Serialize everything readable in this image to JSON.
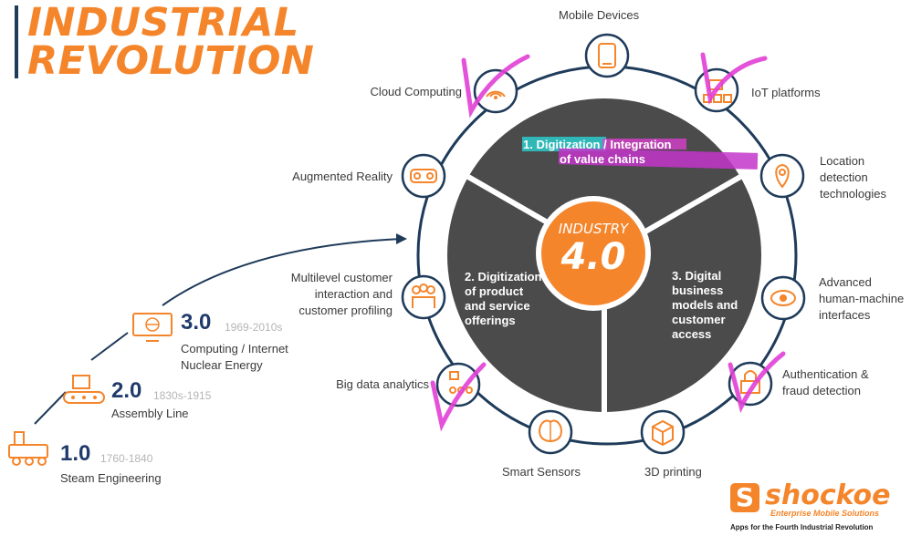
{
  "title": {
    "line1": "INDUSTRIAL",
    "line2": "REVOLUTION"
  },
  "eras": [
    {
      "num": "1.0",
      "years": "1760-1840",
      "desc": [
        "Steam Engineering"
      ]
    },
    {
      "num": "2.0",
      "years": "1830s-1915",
      "desc": [
        "Assembly Line"
      ]
    },
    {
      "num": "3.0",
      "years": "1969-2010s",
      "desc": [
        "Computing / Internet",
        "Nuclear Energy"
      ]
    }
  ],
  "center": {
    "line1": "INDUSTRY",
    "line2": "4.0"
  },
  "segments": {
    "top": {
      "line1": "1. Digitization / Integration",
      "line2": "of value chains"
    },
    "left": [
      "2. Digitization",
      "of product",
      "and service",
      "offerings"
    ],
    "right": [
      "3. Digital",
      "business",
      "models and",
      "customer",
      "access"
    ]
  },
  "technologies": {
    "mobile": [
      "Mobile Devices"
    ],
    "iot": [
      "IoT platforms"
    ],
    "location": [
      "Location",
      "detection",
      "technologies"
    ],
    "hmi": [
      "Advanced",
      "human-machine",
      "interfaces"
    ],
    "auth": [
      "Authentication &",
      "fraud detection"
    ],
    "printing": [
      "3D printing"
    ],
    "sensors": [
      "Smart Sensors"
    ],
    "bigdata": [
      "Big data analytics"
    ],
    "customer": [
      "Multilevel customer",
      "interaction and",
      "customer profiling"
    ],
    "ar": [
      "Augmented Reality"
    ],
    "cloud": [
      "Cloud Computing"
    ]
  },
  "logo": {
    "name": "shockoe",
    "sub": "Enterprise Mobile Solutions",
    "tagline": "Apps for the Fourth Industrial Revolution"
  },
  "colors": {
    "accent": "#f5852b",
    "navy": "#1f3b6a",
    "dark": "#4b4b4b",
    "ring": "#1f3b5a",
    "highlight_cyan": "#2ec4c4",
    "highlight_magenta": "#e23fd6"
  }
}
